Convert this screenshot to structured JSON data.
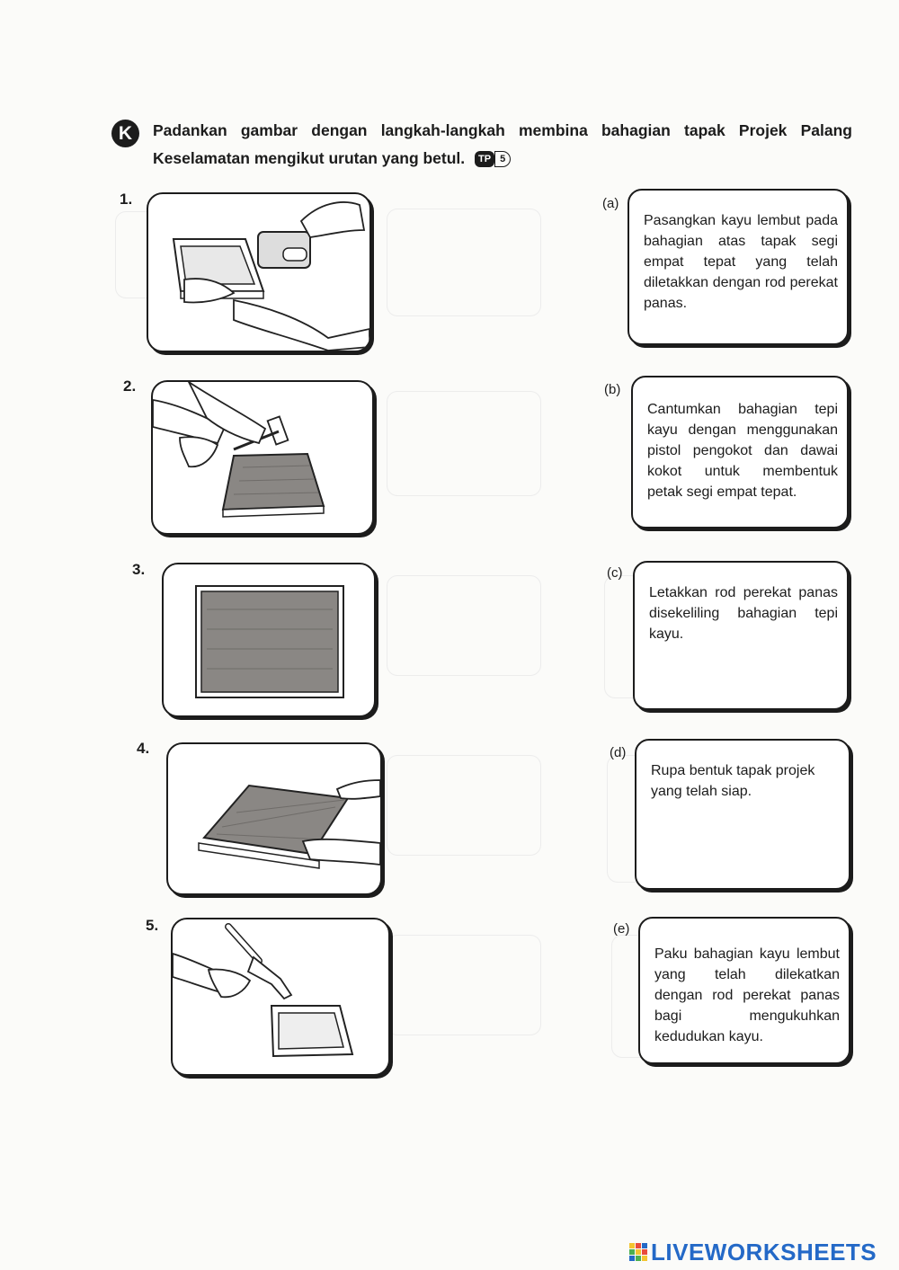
{
  "section": {
    "letter": "K"
  },
  "instruction": {
    "line1": "Padankan gambar dengan langkah-langkah membina bahagian tapak Projek Palang",
    "line2": "Keselamatan mengikut urutan yang betul.",
    "tp_label": "TP",
    "level": "5"
  },
  "pictures": [
    {
      "number": "1.",
      "icon": "stapler-frame-illustration"
    },
    {
      "number": "2.",
      "icon": "hammer-nailing-illustration"
    },
    {
      "number": "3.",
      "icon": "finished-base-illustration"
    },
    {
      "number": "4.",
      "icon": "placing-board-illustration"
    },
    {
      "number": "5.",
      "icon": "glue-gun-illustration"
    }
  ],
  "steps": [
    {
      "letter": "(a)",
      "text": "Pasangkan kayu lembut pada bahagian atas tapak segi empat tepat yang telah diletakkan dengan rod perekat panas."
    },
    {
      "letter": "(b)",
      "text": "Cantumkan bahagian tepi kayu dengan menggunakan pistol pengokot dan dawai kokot untuk membentuk petak segi empat tepat."
    },
    {
      "letter": "(c)",
      "text": "Letakkan rod perekat panas disekeliling bahagian tepi kayu."
    },
    {
      "letter": "(d)",
      "text": "Rupa bentuk tapak projek yang telah siap."
    },
    {
      "letter": "(e)",
      "text": "Paku bahagian kayu lembut yang telah dilekatkan dengan rod perekat panas bagi mengukuhkan kedudukan kayu."
    }
  ],
  "footer": {
    "brand": "LIVEWORKSHEETS",
    "brand_color": "#2469c7"
  }
}
